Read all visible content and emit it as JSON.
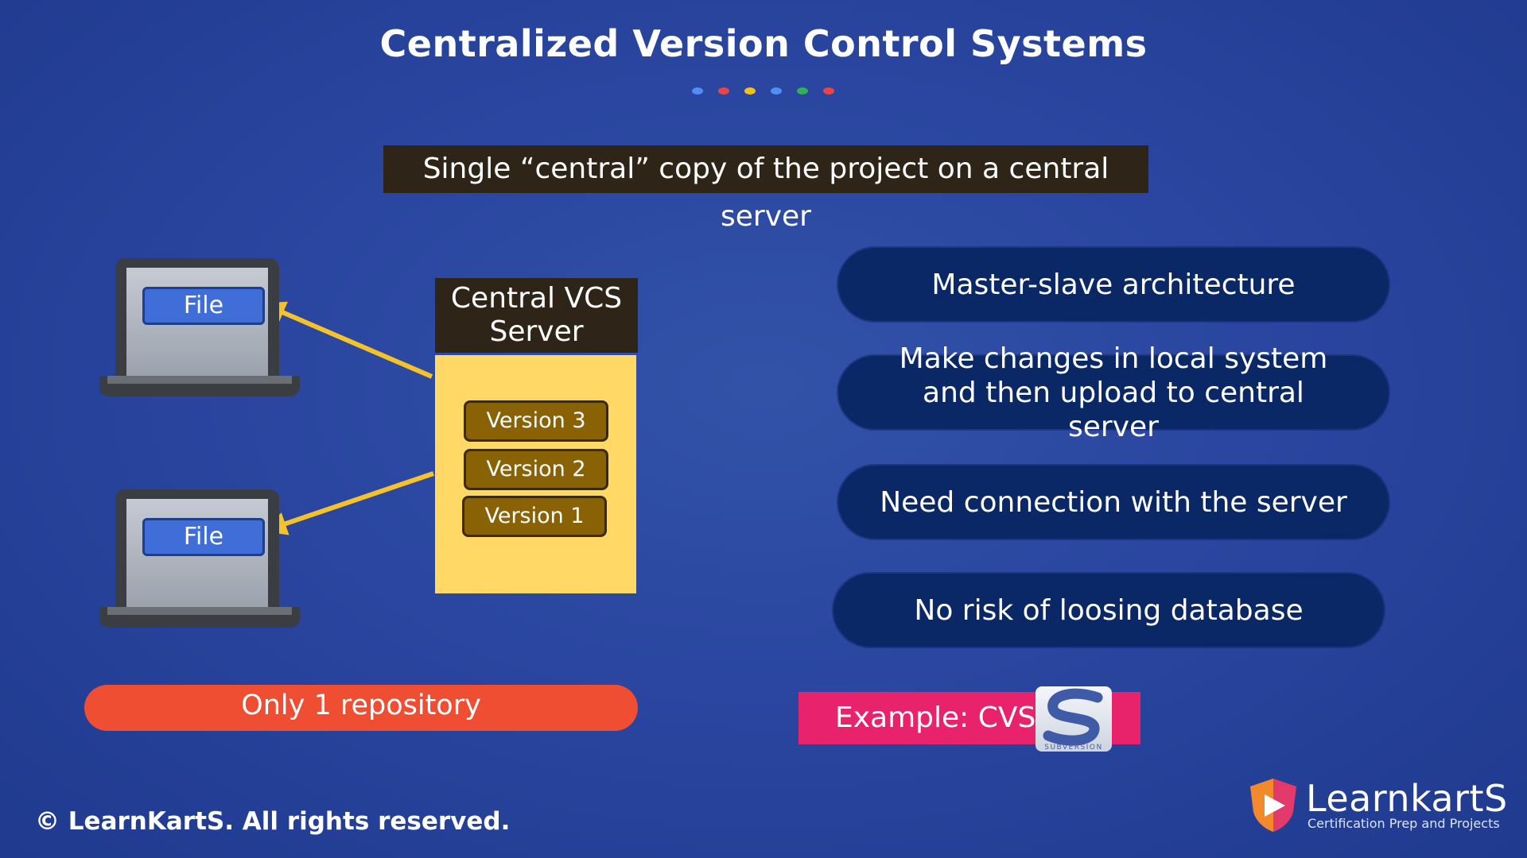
{
  "title": "Centralized Version Control Systems",
  "banner": "Single “central” copy of the project on a central server",
  "dot_colors": [
    "#4f8ef7",
    "#e94545",
    "#f5c116",
    "#4f8ef7",
    "#2fb357",
    "#e94545"
  ],
  "laptops": [
    {
      "file_label": "File"
    },
    {
      "file_label": "File"
    }
  ],
  "server": {
    "title_line1": "Central VCS",
    "title_line2": "Server",
    "versions": [
      "Version 3",
      "Version 2",
      "Version 1"
    ]
  },
  "features": [
    "Master-slave architecture",
    "Make changes in local system and then upload to central server",
    "Need connection with the server",
    "No risk of loosing database"
  ],
  "repository_label": "Only 1 repository",
  "example_label": "Example: CVS",
  "svn_logo_text": "SUBVERSION",
  "copyright": "© LearnKartS. All rights reserved.",
  "brand": {
    "name": "LearnkartS",
    "tagline": "Certification Prep and Projects"
  },
  "colors": {
    "arrow": "#f6c22a",
    "server_body": "#ffd866",
    "version_box": "#8a6206",
    "feature_pill": "#0b2866",
    "repository_bar": "#ef4e33",
    "example_bar": "#e8236c"
  }
}
